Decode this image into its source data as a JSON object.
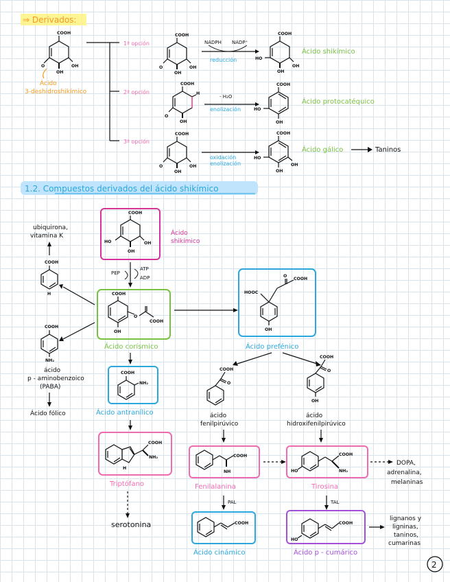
{
  "header": {
    "title": "⇒ Derivados:"
  },
  "section": {
    "title": "1.2. Compuestos derivados del ácido shikímico"
  },
  "top": {
    "start_name": [
      "Ácido",
      "3-deshidroshikímico"
    ],
    "option1": "1ª opción",
    "option2": "2ª opción",
    "option3": "3ª opción",
    "nadph": "NADPH",
    "nadp": "NADP⁺",
    "reduccion": "reducción",
    "h2o": "- H₂O",
    "enolizacion": "enolización",
    "oxidacion": "oxidación",
    "enolizacion2": "enolización",
    "prod1": "Ácido shikímico",
    "prod2": "Ácido protocatéquico",
    "prod3": "Ácido gálico",
    "taninos": "Taninos"
  },
  "bottom": {
    "shikimico": [
      "Ácido",
      "shikímico"
    ],
    "pep": "PEP",
    "atp": "ATP",
    "adp": "ADP",
    "ubiquinona": [
      "ubiquirona,",
      "vitamina K"
    ],
    "corismico": "Ácido corísmico",
    "prefenico": "Ácido prefénico",
    "paba": [
      "ácido",
      "p - aminobenzoico",
      "(PABA)"
    ],
    "folico": "Ácido fólico",
    "antranilico": "Ácido antranílico",
    "fenilpiruvico": [
      "ácido",
      "fenilpirúvico"
    ],
    "hidroxifenil": [
      "ácido",
      "hidroxifenilpirúvico"
    ],
    "triptofano": "Triptófano",
    "fenilalanina": "Fenilalanina",
    "tirosina": "Tirosina",
    "serotonina": "serotonina",
    "dopa": [
      "DOPA,",
      "adrenalina,",
      "melaninas"
    ],
    "pal": "PAL",
    "tal": "TAL",
    "cinamico": "Ácido cinámico",
    "cumarico": "Ácido p - cumárico",
    "lignanos": [
      "lignanos y",
      "ligninas,",
      "taninos,",
      "cumarinas"
    ]
  },
  "groups": {
    "cooh": "COOH",
    "oh": "OH",
    "ho": "HO",
    "nh2": "NH₂",
    "nh": "NH",
    "h": "H",
    "hooc": "HOOC"
  },
  "page_number": "2",
  "colors": {
    "orange": "#f39a1e",
    "green": "#7ac143",
    "pink": "#f06ab0",
    "blue": "#2aa7dc",
    "magenta": "#d6339a",
    "purple": "#a34fd6",
    "highlight_yellow": "#fff27a",
    "highlight_blue": "#bfe4fb"
  }
}
